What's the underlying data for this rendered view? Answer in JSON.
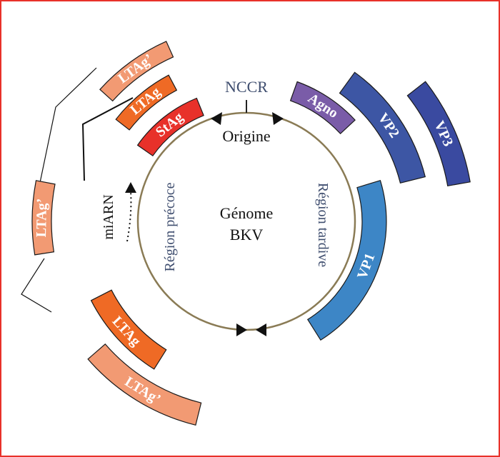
{
  "genome": {
    "line1": "Génome",
    "line2": "BKV"
  },
  "regulatory": {
    "nccr": "NCCR",
    "origin": "Origine"
  },
  "regions": {
    "early": "Région précoce",
    "late": "Région tardive"
  },
  "mirna": "miARN",
  "segments": {
    "stag": {
      "label": "StAg",
      "color": "#e8312a"
    },
    "ltag_top": {
      "label": "LTAg",
      "color": "#ef6a25"
    },
    "ltagp_top": {
      "label": "LTAg’",
      "color": "#f29a73"
    },
    "ltag_main": {
      "label": "LTAg",
      "color": "#ef6a25"
    },
    "ltagp_small": {
      "label": "LTAg’",
      "color": "#f29a73"
    },
    "ltagp_bottom": {
      "label": "LTAg’",
      "color": "#f29a73"
    },
    "agno": {
      "label": "Agno",
      "color": "#7a5ca8"
    },
    "vp2": {
      "label": "VP2",
      "color": "#3d56a4"
    },
    "vp3": {
      "label": "VP3",
      "color": "#3a4aa0"
    },
    "vp1": {
      "label": "VP1",
      "color": "#3d86c6"
    }
  },
  "colors": {
    "frame": "#e8312a",
    "circle": "#8a7b55",
    "text_blue": "#3f4e6f"
  }
}
